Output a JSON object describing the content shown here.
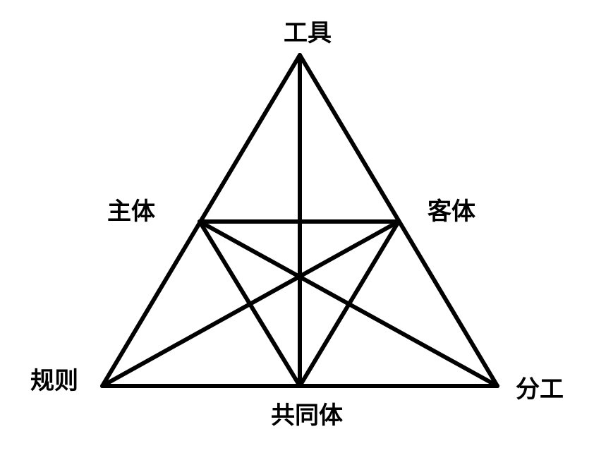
{
  "diagram": {
    "nodes": {
      "tools": "工具",
      "subject": "主体",
      "object": "客体",
      "rules": "规则",
      "community": "共同体",
      "division_of_labor": "分工"
    },
    "edges": [
      [
        "tools",
        "rules"
      ],
      [
        "tools",
        "division_of_labor"
      ],
      [
        "rules",
        "division_of_labor"
      ],
      [
        "tools",
        "community"
      ],
      [
        "subject",
        "object"
      ],
      [
        "subject",
        "community"
      ],
      [
        "object",
        "community"
      ],
      [
        "subject",
        "division_of_labor"
      ],
      [
        "object",
        "rules"
      ]
    ],
    "colors": {
      "line": "#000000",
      "text": "#000000",
      "background": "#ffffff"
    }
  }
}
